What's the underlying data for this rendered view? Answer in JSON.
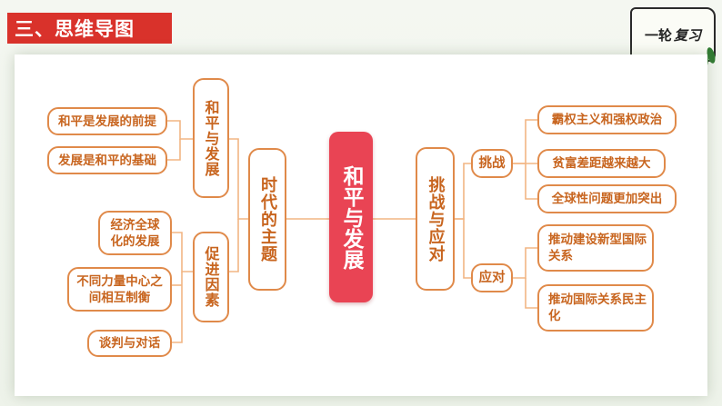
{
  "header": {
    "section_title": "三、思维导图"
  },
  "badge": {
    "prefix": "一轮",
    "script_text": "复习"
  },
  "mindmap": {
    "center": "和平与发展",
    "left": {
      "theme": "时代的主题",
      "branches": [
        {
          "label": "和平与发展",
          "items": [
            "和平是发展的前提",
            "发展是和平的基础"
          ]
        },
        {
          "label": "促进因素",
          "items": [
            "经济全球化的发展",
            "不同力量中心之间相互制衡",
            "谈判与对话"
          ]
        }
      ]
    },
    "right": {
      "theme": "挑战与应对",
      "branches": [
        {
          "label": "挑战",
          "items": [
            "霸权主义和强权政治",
            "贫富差距越来越大",
            "全球性问题更加突出"
          ]
        },
        {
          "label": "应对",
          "items": [
            "推动建设新型国际关系",
            "推动国际关系民主化"
          ]
        }
      ]
    }
  }
}
